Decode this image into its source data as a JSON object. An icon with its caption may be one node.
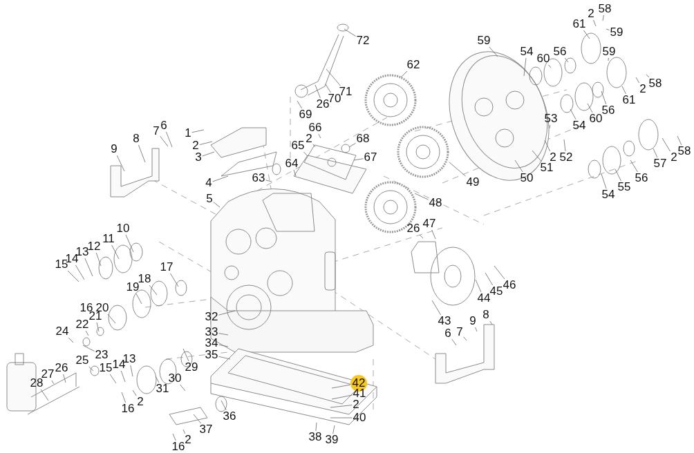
{
  "diagram": {
    "nodes": [
      {
        "text": [
          "72"
        ]
      },
      {
        "text": [
          "71"
        ]
      },
      {
        "text": [
          "70"
        ]
      },
      {
        "text": [
          "26"
        ]
      },
      {
        "text": [
          "69"
        ]
      },
      {
        "text": [
          "59"
        ]
      },
      {
        "text": [
          "61"
        ]
      },
      {
        "text": [
          "2"
        ]
      },
      {
        "text": [
          "58"
        ]
      },
      {
        "text": [
          "59"
        ]
      },
      {
        "text": [
          "54"
        ]
      },
      {
        "text": [
          "60"
        ]
      },
      {
        "text": [
          "56"
        ]
      },
      {
        "text": [
          "59"
        ]
      },
      {
        "text": [
          "61"
        ]
      },
      {
        "text": [
          "2"
        ]
      },
      {
        "text": [
          "58"
        ]
      },
      {
        "text": [
          "62"
        ]
      },
      {
        "text": [
          "53"
        ]
      },
      {
        "text": [
          "2"
        ]
      },
      {
        "text": [
          "52"
        ]
      },
      {
        "text": [
          "51"
        ]
      },
      {
        "text": [
          "50"
        ]
      },
      {
        "text": [
          "54"
        ]
      },
      {
        "text": [
          "60"
        ]
      },
      {
        "text": [
          "56"
        ]
      },
      {
        "text": [
          "57"
        ]
      },
      {
        "text": [
          "2"
        ]
      },
      {
        "text": [
          "58"
        ]
      },
      {
        "text": [
          "54"
        ]
      },
      {
        "text": [
          "55"
        ]
      },
      {
        "text": [
          "56"
        ]
      },
      {
        "text": [
          "49"
        ]
      },
      {
        "text": [
          "48"
        ]
      },
      {
        "text": [
          "68"
        ]
      },
      {
        "text": [
          "67"
        ]
      },
      {
        "text": [
          "66"
        ]
      },
      {
        "text": [
          "2"
        ]
      },
      {
        "text": [
          "65"
        ]
      },
      {
        "text": [
          "64"
        ]
      },
      {
        "text": [
          "63"
        ]
      },
      {
        "text": [
          "1"
        ]
      },
      {
        "text": [
          "2"
        ]
      },
      {
        "text": [
          "3"
        ]
      },
      {
        "text": [
          "7"
        ]
      },
      {
        "text": [
          "6"
        ]
      },
      {
        "text": [
          "8"
        ]
      },
      {
        "text": [
          "9"
        ]
      },
      {
        "text": [
          "4"
        ]
      },
      {
        "text": [
          "5"
        ]
      },
      {
        "text": [
          "26"
        ]
      },
      {
        "text": [
          "47"
        ]
      },
      {
        "text": [
          "10"
        ]
      },
      {
        "text": [
          "11"
        ]
      },
      {
        "text": [
          "12"
        ]
      },
      {
        "text": [
          "13"
        ]
      },
      {
        "text": [
          "14"
        ]
      },
      {
        "text": [
          "15"
        ]
      },
      {
        "text": [
          "17"
        ]
      },
      {
        "text": [
          "18"
        ]
      },
      {
        "text": [
          "19"
        ]
      },
      {
        "text": [
          "16"
        ]
      },
      {
        "text": [
          "20"
        ]
      },
      {
        "text": [
          "21"
        ]
      },
      {
        "text": [
          "22"
        ]
      },
      {
        "text": [
          "24"
        ]
      },
      {
        "text": [
          "25"
        ]
      },
      {
        "text": [
          "23"
        ]
      },
      {
        "text": [
          "27"
        ]
      },
      {
        "text": [
          "26"
        ]
      },
      {
        "text": [
          "28"
        ]
      },
      {
        "text": [
          "15"
        ]
      },
      {
        "text": [
          "14"
        ]
      },
      {
        "text": [
          "13"
        ]
      },
      {
        "text": [
          "29"
        ]
      },
      {
        "text": [
          "30"
        ]
      },
      {
        "text": [
          "31"
        ]
      },
      {
        "text": [
          "16"
        ]
      },
      {
        "text": [
          "2"
        ]
      },
      {
        "text": [
          "37"
        ]
      },
      {
        "text": [
          "16"
        ]
      },
      {
        "text": [
          "2"
        ]
      },
      {
        "text": [
          "32"
        ]
      },
      {
        "text": [
          "33"
        ]
      },
      {
        "text": [
          "34"
        ]
      },
      {
        "text": [
          "35"
        ]
      },
      {
        "text": [
          "36"
        ]
      },
      {
        "text": [
          "38"
        ]
      },
      {
        "text": [
          "39"
        ]
      },
      {
        "text": [
          "42"
        ]
      },
      {
        "text": [
          "41"
        ]
      },
      {
        "text": [
          "2"
        ]
      },
      {
        "text": [
          "40"
        ]
      },
      {
        "text": [
          "43"
        ]
      },
      {
        "text": [
          "6"
        ]
      },
      {
        "text": [
          "7"
        ]
      },
      {
        "text": [
          "9"
        ]
      },
      {
        "text": [
          "8"
        ]
      },
      {
        "text": [
          "44"
        ]
      },
      {
        "text": [
          "45"
        ]
      },
      {
        "text": [
          "46"
        ]
      }
    ],
    "edges": [
      {
        "from": 0,
        "to": null,
        "arrow": "none"
      },
      {
        "from": 1,
        "to": null,
        "arrow": "none"
      },
      {
        "from": 2,
        "to": null,
        "arrow": "none"
      },
      {
        "from": 3,
        "to": null,
        "arrow": "none"
      },
      {
        "from": 4,
        "to": null,
        "arrow": "none"
      },
      {
        "from": 5,
        "to": null,
        "arrow": "none"
      },
      {
        "from": 6,
        "to": null,
        "arrow": "none"
      },
      {
        "from": 7,
        "to": null,
        "arrow": "none"
      },
      {
        "from": 8,
        "to": null,
        "arrow": "none"
      },
      {
        "from": 9,
        "to": null,
        "arrow": "none"
      },
      {
        "from": 10,
        "to": null,
        "arrow": "none"
      },
      {
        "from": 11,
        "to": null,
        "arrow": "none"
      },
      {
        "from": 12,
        "to": null,
        "arrow": "none"
      },
      {
        "from": 13,
        "to": null,
        "arrow": "none"
      },
      {
        "from": 14,
        "to": null,
        "arrow": "none"
      },
      {
        "from": 15,
        "to": null,
        "arrow": "none"
      },
      {
        "from": 16,
        "to": null,
        "arrow": "none"
      },
      {
        "from": 17,
        "to": null,
        "arrow": "none"
      },
      {
        "from": 18,
        "to": null,
        "arrow": "none"
      },
      {
        "from": 19,
        "to": null,
        "arrow": "none"
      },
      {
        "from": 20,
        "to": null,
        "arrow": "none"
      },
      {
        "from": 21,
        "to": null,
        "arrow": "none"
      },
      {
        "from": 22,
        "to": null,
        "arrow": "none"
      },
      {
        "from": 23,
        "to": null,
        "arrow": "none"
      },
      {
        "from": 24,
        "to": null,
        "arrow": "none"
      },
      {
        "from": 25,
        "to": null,
        "arrow": "none"
      },
      {
        "from": 26,
        "to": null,
        "arrow": "none"
      },
      {
        "from": 27,
        "to": null,
        "arrow": "none"
      },
      {
        "from": 28,
        "to": null,
        "arrow": "none"
      },
      {
        "from": 29,
        "to": null,
        "arrow": "none"
      },
      {
        "from": 30,
        "to": null,
        "arrow": "none"
      },
      {
        "from": 31,
        "to": null,
        "arrow": "none"
      },
      {
        "from": 32,
        "to": null,
        "arrow": "none"
      },
      {
        "from": 33,
        "to": null,
        "arrow": "none"
      },
      {
        "from": 34,
        "to": null,
        "arrow": "none"
      },
      {
        "from": 35,
        "to": null,
        "arrow": "none"
      },
      {
        "from": 36,
        "to": null,
        "arrow": "none"
      },
      {
        "from": 37,
        "to": null,
        "arrow": "none"
      },
      {
        "from": 38,
        "to": null,
        "arrow": "none"
      },
      {
        "from": 39,
        "to": null,
        "arrow": "none"
      },
      {
        "from": 40,
        "to": null,
        "arrow": "none"
      },
      {
        "from": 41,
        "to": null,
        "arrow": "none"
      },
      {
        "from": 42,
        "to": null,
        "arrow": "none"
      },
      {
        "from": 43,
        "to": null,
        "arrow": "none"
      },
      {
        "from": 44,
        "to": null,
        "arrow": "none"
      },
      {
        "from": 45,
        "to": null,
        "arrow": "none"
      },
      {
        "from": 46,
        "to": null,
        "arrow": "none"
      },
      {
        "from": 47,
        "to": null,
        "arrow": "none"
      },
      {
        "from": 48,
        "to": null,
        "arrow": "none"
      },
      {
        "from": 49,
        "to": null,
        "arrow": "none"
      },
      {
        "from": 50,
        "to": null,
        "arrow": "none"
      },
      {
        "from": 51,
        "to": null,
        "arrow": "none"
      },
      {
        "from": 52,
        "to": null,
        "arrow": "none"
      },
      {
        "from": 53,
        "to": null,
        "arrow": "none"
      },
      {
        "from": 54,
        "to": null,
        "arrow": "none"
      },
      {
        "from": 55,
        "to": null,
        "arrow": "none"
      },
      {
        "from": 56,
        "to": null,
        "arrow": "none"
      },
      {
        "from": 57,
        "to": null,
        "arrow": "none"
      },
      {
        "from": 58,
        "to": null,
        "arrow": "none"
      },
      {
        "from": 59,
        "to": null,
        "arrow": "none"
      },
      {
        "from": 60,
        "to": null,
        "arrow": "none"
      },
      {
        "from": 62,
        "to": null,
        "arrow": "none"
      },
      {
        "from": 63,
        "to": null,
        "arrow": "none"
      },
      {
        "from": 64,
        "to": null,
        "arrow": "none"
      },
      {
        "from": 65,
        "to": null,
        "arrow": "none"
      },
      {
        "from": 66,
        "to": null,
        "arrow": "none"
      },
      {
        "from": 67,
        "to": null,
        "arrow": "none"
      },
      {
        "from": 68,
        "to": null,
        "arrow": "none"
      },
      {
        "from": 69,
        "to": null,
        "arrow": "none"
      },
      {
        "from": 70,
        "to": null,
        "arrow": "none"
      },
      {
        "from": 71,
        "to": null,
        "arrow": "none"
      },
      {
        "from": 72,
        "to": null,
        "arrow": "none"
      },
      {
        "from": 73,
        "to": null,
        "arrow": "none"
      },
      {
        "from": 74,
        "to": null,
        "arrow": "none"
      },
      {
        "from": 75,
        "to": null,
        "arrow": "none"
      },
      {
        "from": 76,
        "to": null,
        "arrow": "none"
      },
      {
        "from": 77,
        "to": null,
        "arrow": "none"
      },
      {
        "from": 78,
        "to": null,
        "arrow": "none"
      },
      {
        "from": 79,
        "to": null,
        "arrow": "none"
      },
      {
        "from": 80,
        "to": null,
        "arrow": "none"
      },
      {
        "from": 81,
        "to": null,
        "arrow": "none"
      },
      {
        "from": 82,
        "to": null,
        "arrow": "none"
      },
      {
        "from": 83,
        "to": null,
        "arrow": "none"
      },
      {
        "from": 84,
        "to": null,
        "arrow": "none"
      },
      {
        "from": 85,
        "to": null,
        "arrow": "none"
      },
      {
        "from": 86,
        "to": null,
        "arrow": "none"
      },
      {
        "from": 87,
        "to": null,
        "arrow": "none"
      },
      {
        "from": 88,
        "to": null,
        "arrow": "none"
      },
      {
        "from": 89,
        "to": null,
        "arrow": "none"
      },
      {
        "from": 90,
        "to": null,
        "arrow": "none"
      },
      {
        "from": 91,
        "to": null,
        "arrow": "none"
      },
      {
        "from": 92,
        "to": null,
        "arrow": "none"
      },
      {
        "from": 93,
        "to": null,
        "arrow": "none"
      },
      {
        "from": 94,
        "to": null,
        "arrow": "none"
      },
      {
        "from": 95,
        "to": null,
        "arrow": "none"
      },
      {
        "from": 96,
        "to": null,
        "arrow": "none"
      },
      {
        "from": 97,
        "to": null,
        "arrow": "none"
      },
      {
        "from": 98,
        "to": null,
        "arrow": "none"
      },
      {
        "from": 99,
        "to": null,
        "arrow": "none"
      },
      {
        "from": 100,
        "to": null,
        "arrow": "none"
      }
    ]
  }
}
